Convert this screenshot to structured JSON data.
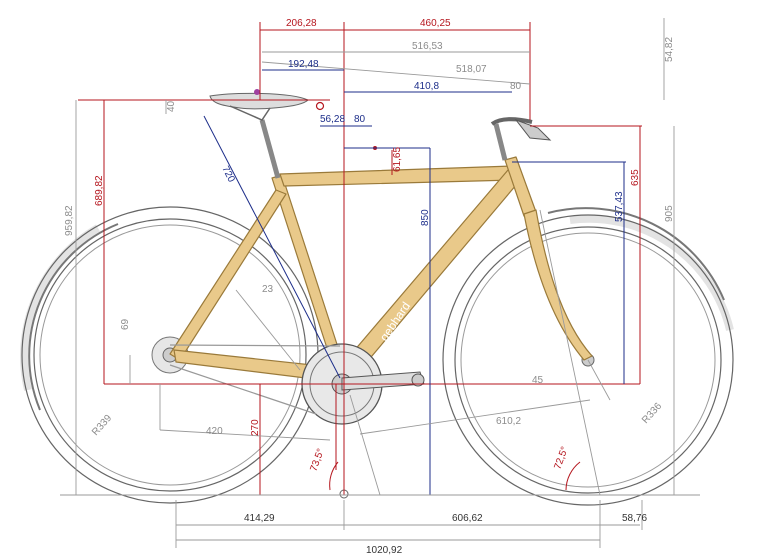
{
  "brand": {
    "decal": "gebhard"
  },
  "colors": {
    "frame": "#e9c98a",
    "frame_outline": "#9a7a3a",
    "tire": "#f0f0f0",
    "tire_outline": "#666666",
    "red_dim": "#b5161e",
    "blue_dim": "#1d2e8a",
    "grey_dim": "#8c8c8c",
    "background": "#ffffff"
  },
  "dimensions": {
    "top_206": "206,28",
    "top_460": "460,25",
    "top_516": "516,53",
    "top_518": "518,07",
    "top_192": "192,48",
    "reach_410": "410,8",
    "stem_80": "80",
    "offset_56": "56,28",
    "offset_80": "80",
    "right_54": "54,82",
    "left_40": "40",
    "v_6165": "61,65",
    "seat_720": "720",
    "saddle_689": "689,82",
    "overall_959": "959,82",
    "st_850": "850",
    "stack_537": "537,43",
    "bar_635": "635",
    "right_905": "905",
    "angle_23": "23",
    "bb_69": "69",
    "cs_420": "420",
    "bbdrop_270": "270",
    "fc_610": "610,2",
    "fork_45": "45",
    "r339": "R339",
    "r336": "R336",
    "sta": "73,5°",
    "hta": "72,5°",
    "b_414": "414,29",
    "b_606": "606,62",
    "b_58": "58,76",
    "b_1020": "1020,92"
  }
}
